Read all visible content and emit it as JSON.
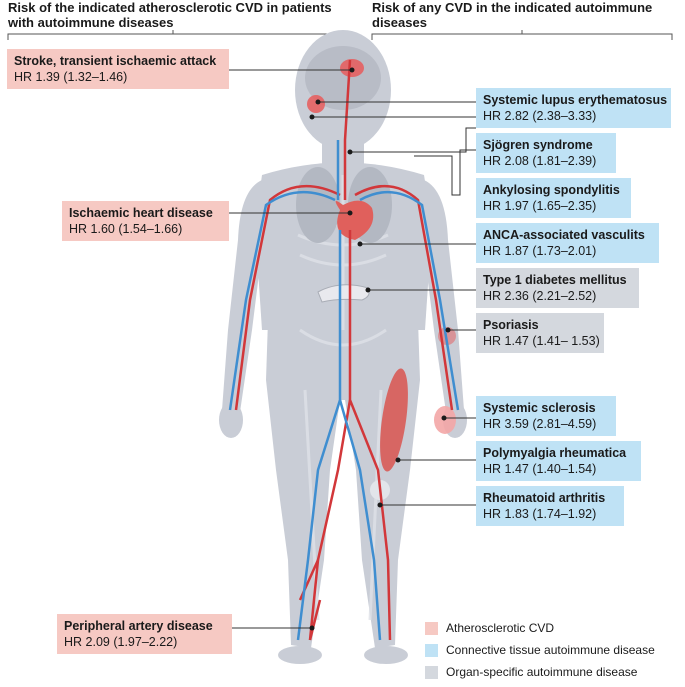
{
  "headers": {
    "left": "Risk of the indicated atherosclerotic CVD in patients with autoimmune diseases",
    "right": "Risk of any CVD in the indicated autoimmune diseases"
  },
  "left_boxes": [
    {
      "name": "Stroke, transient ischaemic attack",
      "hr": "HR 1.39 (1.32–1.46)"
    },
    {
      "name": "Ischaemic heart disease",
      "hr": "HR 1.60 (1.54–1.66)"
    },
    {
      "name": "Peripheral artery disease",
      "hr": "HR 2.09 (1.97–2.22)"
    }
  ],
  "right_boxes": [
    {
      "name": "Systemic lupus erythematosus",
      "hr": "HR 2.82 (2.38–3.33)"
    },
    {
      "name": "Sjögren syndrome",
      "hr": "HR 2.08 (1.81–2.39)"
    },
    {
      "name": "Ankylosing spondylitis",
      "hr": "HR 1.97 (1.65–2.35)"
    },
    {
      "name": "ANCA-associated vasculits",
      "hr": "HR 1.87 (1.73–2.01)"
    },
    {
      "name": "Type 1 diabetes mellitus",
      "hr": "HR 2.36 (2.21–2.52)"
    },
    {
      "name": "Psoriasis",
      "hr": "HR 1.47 (1.41– 1.53)"
    },
    {
      "name": "Systemic sclerosis",
      "hr": "HR 3.59 (2.81–4.59)"
    },
    {
      "name": "Polymyalgia rheumatica",
      "hr": "HR 1.47 (1.40–1.54)"
    },
    {
      "name": "Rheumatoid arthritis",
      "hr": "HR 1.83 (1.74–1.92)"
    }
  ],
  "legend": [
    {
      "label": "Atherosclerotic CVD",
      "color": "#f6c9c3"
    },
    {
      "label": "Connective tissue autoimmune disease",
      "color": "#bfe2f5"
    },
    {
      "label": "Organ-specific autoimmune disease",
      "color": "#d4d8de"
    }
  ],
  "colors": {
    "body": "#c9cdd6",
    "artery": "#d2373a",
    "vein": "#3f8ed0",
    "highlight": "#e85a5a"
  }
}
